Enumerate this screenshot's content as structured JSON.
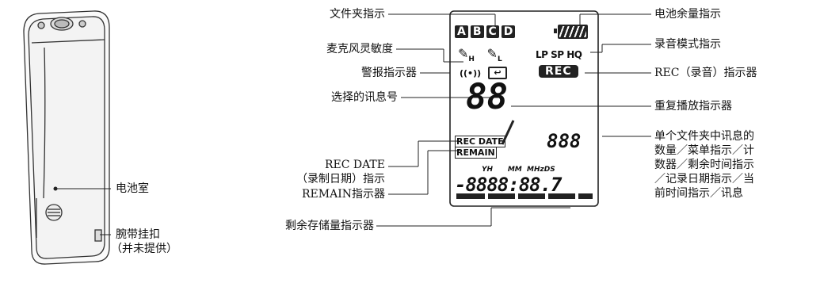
{
  "device": {
    "battery_compartment": "电池室",
    "strap_hook": "腕带挂扣",
    "strap_hook_note": "（并未提供）"
  },
  "labels_left": {
    "folder": "文件夹指示",
    "mic_sensitivity": "麦克风灵敏度",
    "alarm": "警报指示器",
    "selected_msg": "选择的讯息号",
    "rec_date_1": "REC DATE",
    "rec_date_2": "（录制日期）指示",
    "remain": "REMAIN指示器",
    "remaining_memory": "剩余存储量指示器"
  },
  "labels_right": {
    "battery_level": "电池余量指示",
    "rec_mode": "录音模式指示",
    "rec": "REC（录音）指示器",
    "repeat": "重复播放指示器",
    "counter_1": "单个文件夹中讯息的",
    "counter_2": "数量／菜单指示／计",
    "counter_3": "数器／剩余时间指示",
    "counter_4": "／记录日期指示／当",
    "counter_5": "前时间指示／讯息"
  },
  "lcd": {
    "folders": [
      "A",
      "B",
      "C",
      "D"
    ],
    "mic_h": "H",
    "mic_l": "L",
    "modes": "LP SP HQ",
    "rec": "REC",
    "alarm": "((•))",
    "msg_num": "88",
    "rec_date": "REC DATE",
    "remain": "REMAIN",
    "counter": "888",
    "clock_labels": "YH      MM  MHzDS",
    "clock": "-8888:88.7"
  }
}
